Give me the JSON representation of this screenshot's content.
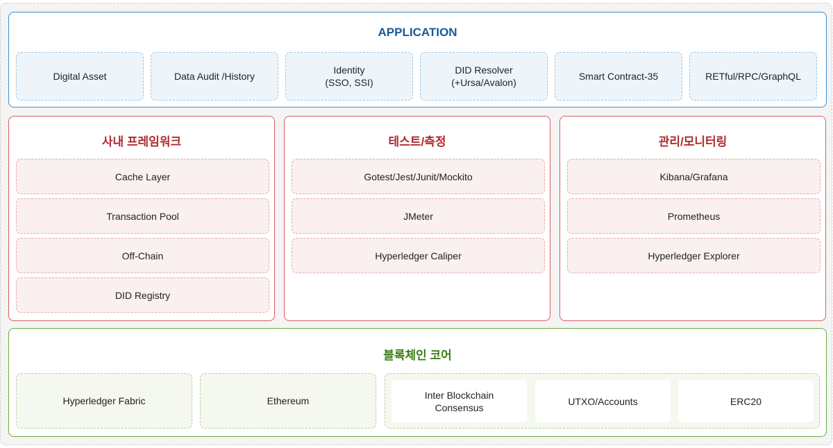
{
  "application": {
    "title": "APPLICATION",
    "items": [
      "Digital Asset",
      "Data Audit /History",
      "Identity\n(SSO, SSI)",
      "DID Resolver\n(+Ursa/Avalon)",
      "Smart Contract-35",
      "RETful/RPC/GraphQL"
    ]
  },
  "framework": {
    "title": "사내 프레임워크",
    "items": [
      "Cache Layer",
      "Transaction Pool",
      "Off-Chain",
      "DID Registry"
    ]
  },
  "testing": {
    "title": "테스트/측정",
    "items": [
      "Gotest/Jest/Junit/Mockito",
      "JMeter",
      "Hyperledger Caliper"
    ]
  },
  "monitoring": {
    "title": "관리/모니터링",
    "items": [
      "Kibana/Grafana",
      "Prometheus",
      "Hyperledger Explorer"
    ]
  },
  "core": {
    "title": "블록체인 코어",
    "items": [
      "Hyperledger Fabric",
      "Ethereum"
    ],
    "group": [
      "Inter Blockchain\nConsensus",
      "UTXO/Accounts",
      "ERC20"
    ]
  },
  "colors": {
    "application": "#175a95",
    "middle": "#b02a2f",
    "core": "#3c7e16"
  }
}
